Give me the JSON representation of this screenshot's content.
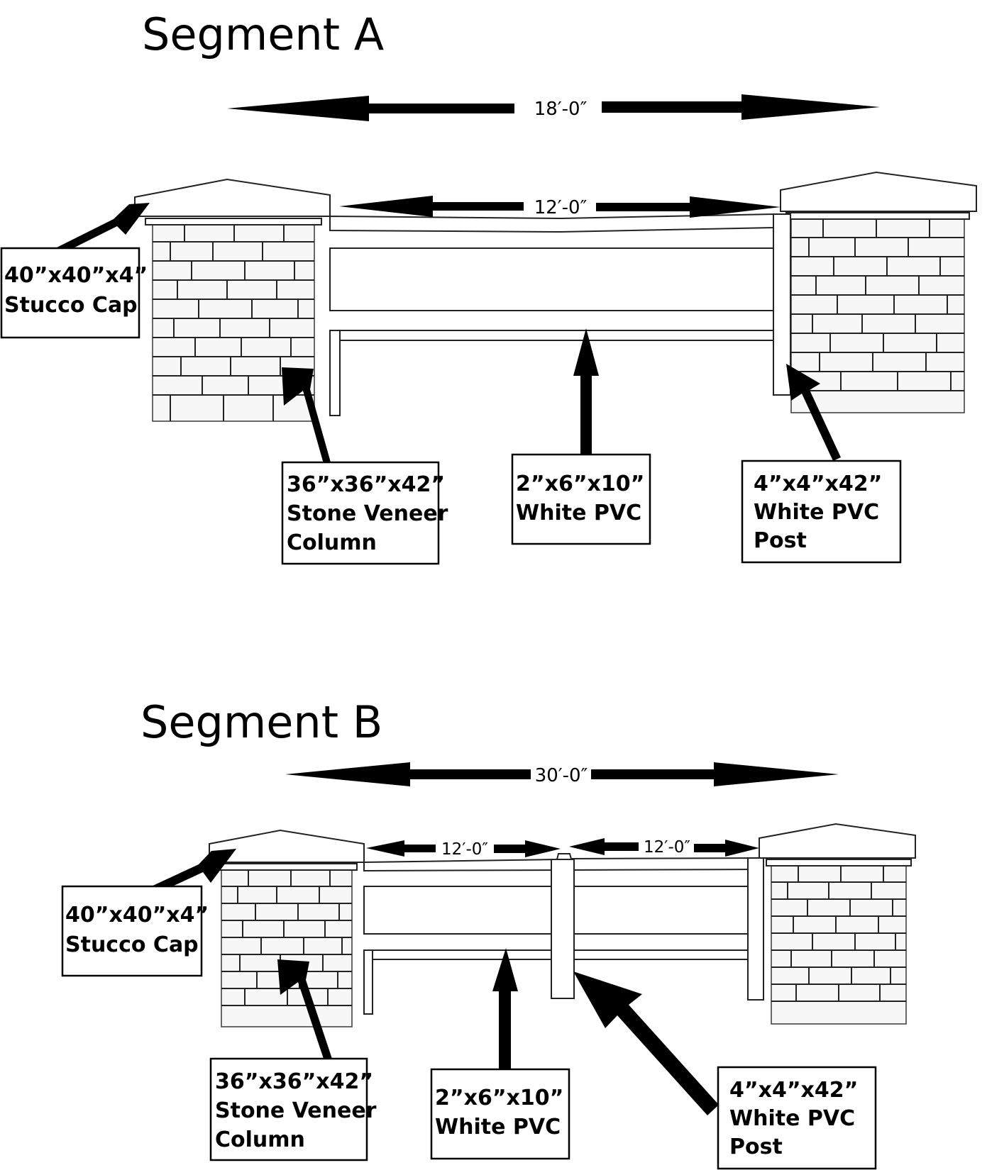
{
  "segment_a": {
    "title": "Segment A",
    "overall_dim": "18′-0″",
    "span_dim": "12′-0″",
    "labels": {
      "cap": [
        "40”x40”x4”",
        "Stucco Cap"
      ],
      "column": [
        "36”x36”x42”",
        "Stone Veneer",
        "Column"
      ],
      "rail": [
        "2”x6”x10”",
        "White PVC"
      ],
      "post": [
        "4”x4”x42”",
        "White PVC",
        "Post"
      ]
    }
  },
  "segment_b": {
    "title": "Segment B",
    "overall_dim": "30′-0″",
    "span_dim_left": "12′-0″",
    "span_dim_right": "12′-0″",
    "labels": {
      "cap": [
        "40”x40”x4”",
        "Stucco Cap"
      ],
      "column": [
        "36”x36”x42”",
        "Stone Veneer",
        "Column"
      ],
      "rail": [
        "2”x6”x10”",
        "White PVC"
      ],
      "post": [
        "4”x4”x42”",
        "White PVC",
        "Post"
      ]
    }
  }
}
